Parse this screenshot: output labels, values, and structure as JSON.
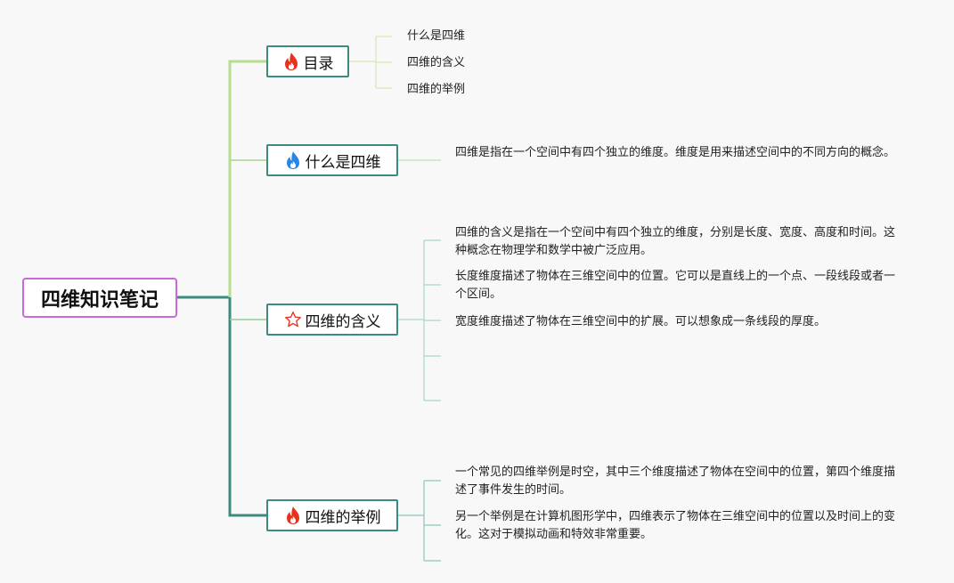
{
  "root": {
    "label": "四维知识笔记"
  },
  "topics": [
    {
      "label": "目录",
      "icon": "flame-red-icon"
    },
    {
      "label": "什么是四维",
      "icon": "flame-blue-icon"
    },
    {
      "label": "四维的含义",
      "icon": "star-outline-icon"
    },
    {
      "label": "四维的举例",
      "icon": "flame-red-icon"
    }
  ],
  "toc": {
    "items": [
      "什么是四维",
      "四维的含义",
      "四维的举例"
    ]
  },
  "what_is": {
    "text": "四维是指在一个空间中有四个独立的维度。维度是用来描述空间中的不同方向的概念。"
  },
  "meaning": {
    "items": [
      "四维的含义是指在一个空间中有四个独立的维度，分别是长度、宽度、高度和时间。这种概念在物理学和数学中被广泛应用。",
      "长度维度描述了物体在三维空间中的位置。它可以是直线上的一个点、一段线段或者一个区间。",
      "宽度维度描述了物体在三维空间中的扩展。可以想象成一条线段的厚度。"
    ]
  },
  "examples": {
    "items": [
      "一个常见的四维举例是时空，其中三个维度描述了物体在空间中的位置，第四个维度描述了事件发生的时间。",
      "另一个举例是在计算机图形学中，四维表示了物体在三维空间中的位置以及时间上的变化。这对于模拟动画和特效非常重要。"
    ]
  },
  "colors": {
    "root_border": "#c86bd8",
    "topic_border": "#3d8a7f",
    "branch_light": "#b9dc8e",
    "branch_mid": "#8fcf90",
    "branch_dark": "#3d8a7f",
    "flame_red": "#e8321f",
    "flame_blue": "#2a86e6"
  }
}
